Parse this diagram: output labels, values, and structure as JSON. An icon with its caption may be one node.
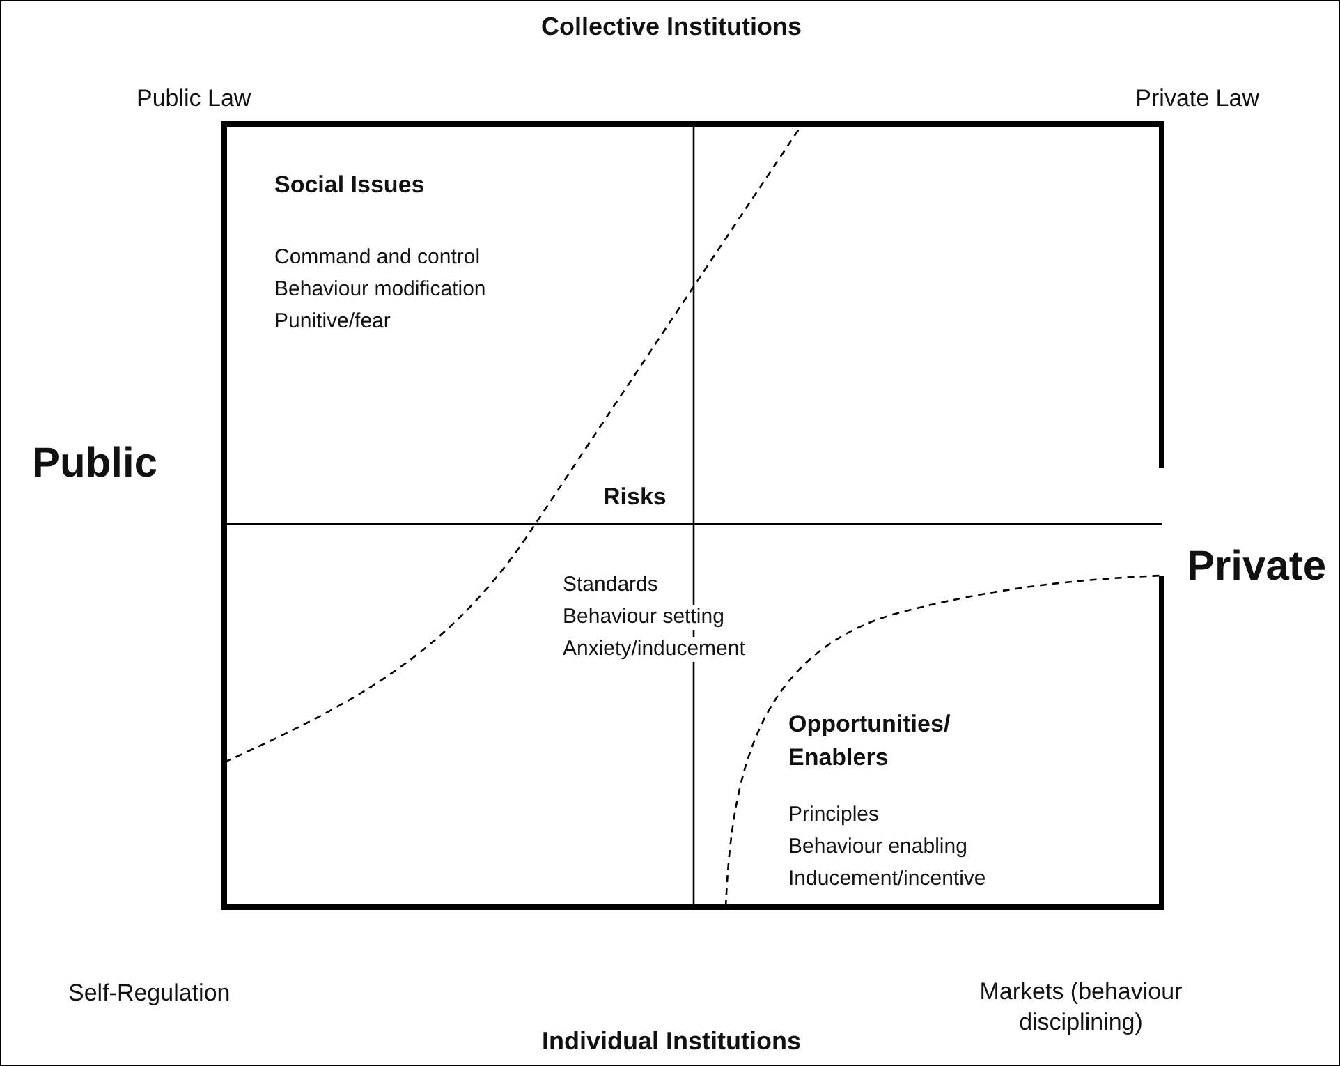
{
  "diagram": {
    "title": "Collective Institutions",
    "labels": [
      "Public Law",
      "Private Law",
      "Social Issues",
      "Command and control",
      "Behaviour modification",
      "Punitive/fear",
      "Public",
      "Risks",
      "Private",
      "Standards",
      "Behaviour setting",
      "Anxiety/inducement",
      "Opportunities/ Enablers",
      "Principles",
      "Behaviour enabling",
      "Inducement/incentive",
      "Self-Regulation",
      "Markets (behaviour disciplining)",
      "Individual Institutions"
    ]
  }
}
